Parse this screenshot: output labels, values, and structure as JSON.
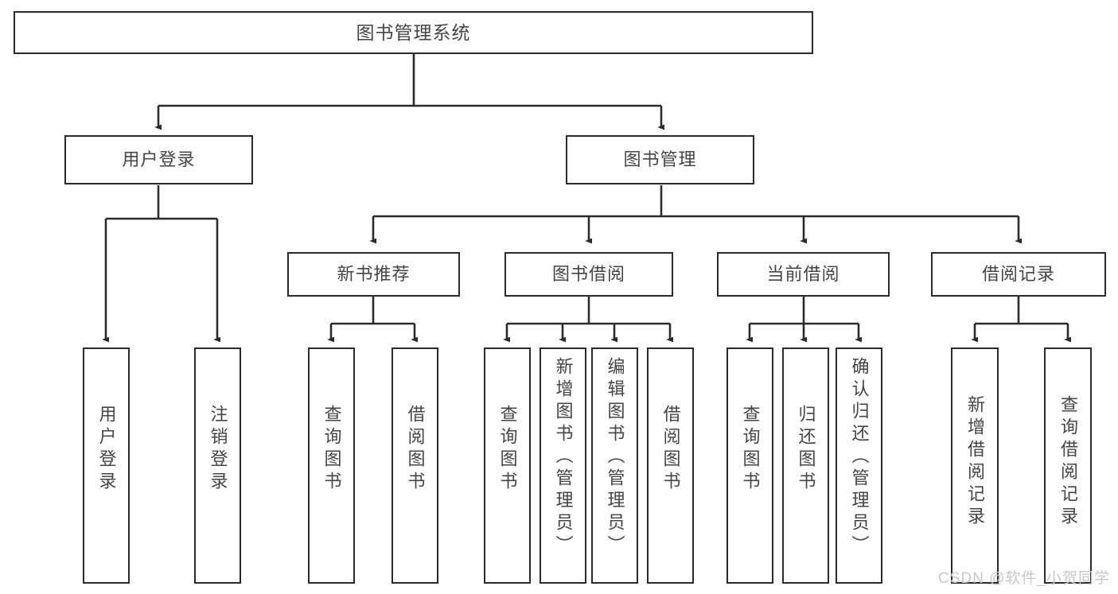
{
  "diagram": {
    "title": "图书管理系统",
    "type": "tree-hierarchy-chart",
    "colors": {
      "node_border": "#2b2b2b",
      "node_fill": "#ffffff",
      "text": "#454545",
      "edge": "#2b2b2b",
      "watermark": "#c8c8c8"
    },
    "root": {
      "label": "图书管理系统"
    },
    "level2": [
      {
        "label": "用户登录"
      },
      {
        "label": "图书管理"
      }
    ],
    "level3": [
      {
        "label": "新书推荐"
      },
      {
        "label": "图书借阅"
      },
      {
        "label": "当前借阅"
      },
      {
        "label": "借阅记录"
      }
    ],
    "leaves": {
      "user_login": [
        {
          "label": "用户登录"
        },
        {
          "label": "注销登录"
        }
      ],
      "new_book_recommend": [
        {
          "label": "查询图书"
        },
        {
          "label": "借阅图书"
        }
      ],
      "book_borrow": [
        {
          "label": "查询图书"
        },
        {
          "label": "新增图书（管理员）"
        },
        {
          "label": "编辑图书（管理员）"
        },
        {
          "label": "借阅图书"
        }
      ],
      "current_borrow": [
        {
          "label": "查询图书"
        },
        {
          "label": "归还图书"
        },
        {
          "label": "确认归还（管理员）"
        }
      ],
      "borrow_record": [
        {
          "label": "新增借阅记录"
        },
        {
          "label": "查询借阅记录"
        }
      ]
    },
    "watermark": "CSDN @软件_小贺同学"
  }
}
